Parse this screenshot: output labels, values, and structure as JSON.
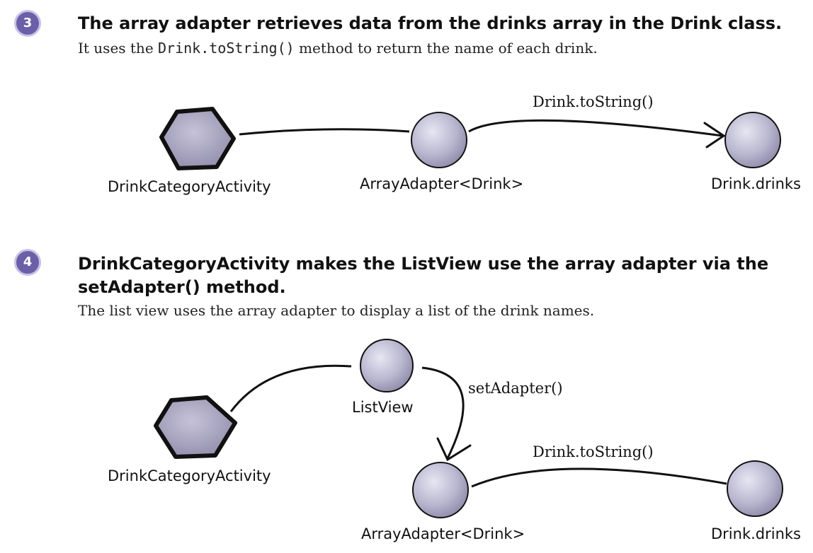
{
  "step3": {
    "number": "3",
    "heading": "The array adapter retrieves data from the drinks array in the Drink class.",
    "body_before": "It uses the ",
    "body_code": "Drink.toString()",
    "body_after": " method to return the name of each drink.",
    "nodes": {
      "activity": "DrinkCategoryActivity",
      "adapter": "ArrayAdapter<Drink>",
      "drinks": "Drink.drinks"
    },
    "edge_label": "Drink.toString()"
  },
  "step4": {
    "number": "4",
    "heading_line1": "DrinkCategoryActivity makes the ListView use the array adapter via the",
    "heading_line2": "setAdapter() method.",
    "body": "The list view uses the array adapter to display a list of the drink names.",
    "nodes": {
      "activity": "DrinkCategoryActivity",
      "listview": "ListView",
      "adapter": "ArrayAdapter<Drink>",
      "drinks": "Drink.drinks"
    },
    "edge_label_setadapter": "setAdapter()",
    "edge_label_tostring": "Drink.toString()"
  },
  "colors": {
    "badge": "#6b5fa8",
    "node_fill": "#b9b6cf",
    "hex_fill": "#a7a3bf",
    "line": "#111111"
  }
}
